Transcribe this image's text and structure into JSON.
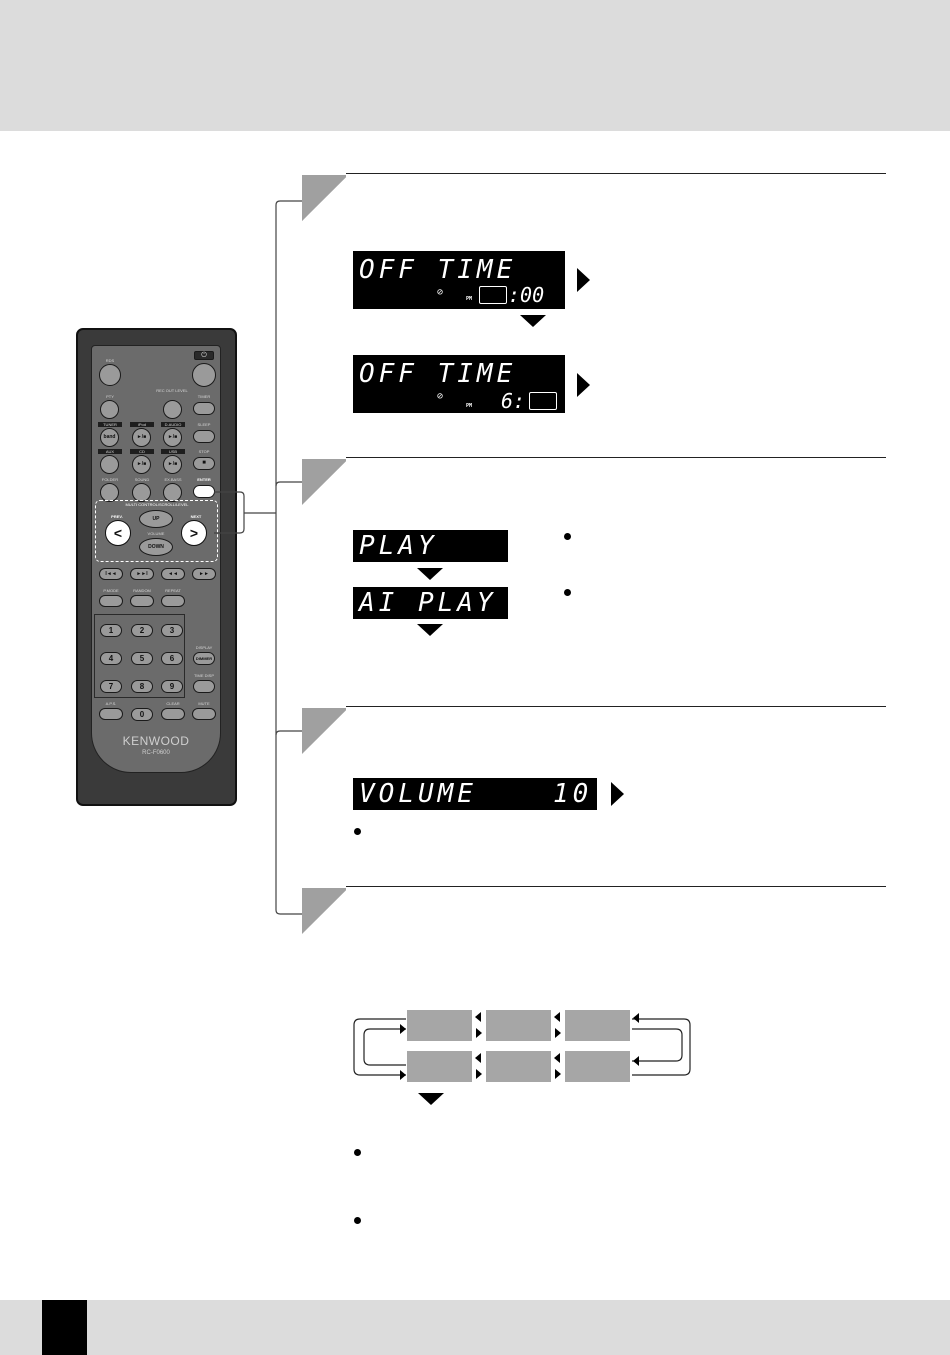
{
  "remote": {
    "brand": "KENWOOD",
    "model": "RC-F0600",
    "power_symbol": "⏻",
    "labels": {
      "rds": "RDS",
      "pty": "PTY",
      "rec_out_level": "REC OUT LEVEL",
      "timer": "TIMER",
      "tuner": "TUNER",
      "ipod": "iPod",
      "d_audio": "D.AUDIO",
      "sleep": "SLEEP",
      "aux": "AUX",
      "cd": "CD",
      "usb": "USB",
      "stop_label": "STOP",
      "folder": "FOLDER",
      "sound": "SOUND",
      "ex_bass": "EX.BASS",
      "enter": "ENTER",
      "multi_control": "MULTI CONTROL/SCROLL/LEVEL",
      "prev": "PREV.",
      "next": "NEXT",
      "up": "UP",
      "volume": "VOLUME",
      "down": "DOWN",
      "p_mode": "P.MODE",
      "random": "RANDOM",
      "repeat": "REPEAT",
      "display": "DISPLAY",
      "dimmer": "DIMMER",
      "time_disp": "TIME DISP",
      "aps": "A.P.S.",
      "clear": "CLEAR",
      "mute": "MUTE",
      "band": "band"
    },
    "numbers": [
      "1",
      "2",
      "3",
      "4",
      "5",
      "6",
      "7",
      "8",
      "9",
      "0"
    ],
    "play_pause": "►/■",
    "stop_glyph": "■",
    "left_arrow": "<",
    "right_arrow": ">",
    "transport": [
      "I◄◄",
      "►►I",
      "◄◄",
      "►►"
    ]
  },
  "step1": {
    "display1": {
      "main": "OFF TIME",
      "pm": "PM",
      "clock": ":00"
    },
    "display2": {
      "main": "OFF TIME",
      "pm": "PM",
      "clock": "6:"
    }
  },
  "step2": {
    "display1": {
      "main": "PLAY"
    },
    "display2": {
      "main": "AI PLAY"
    }
  },
  "step3": {
    "display": {
      "main": "VOLUME",
      "value": "10"
    }
  },
  "icons": {
    "timer": "⊘"
  }
}
